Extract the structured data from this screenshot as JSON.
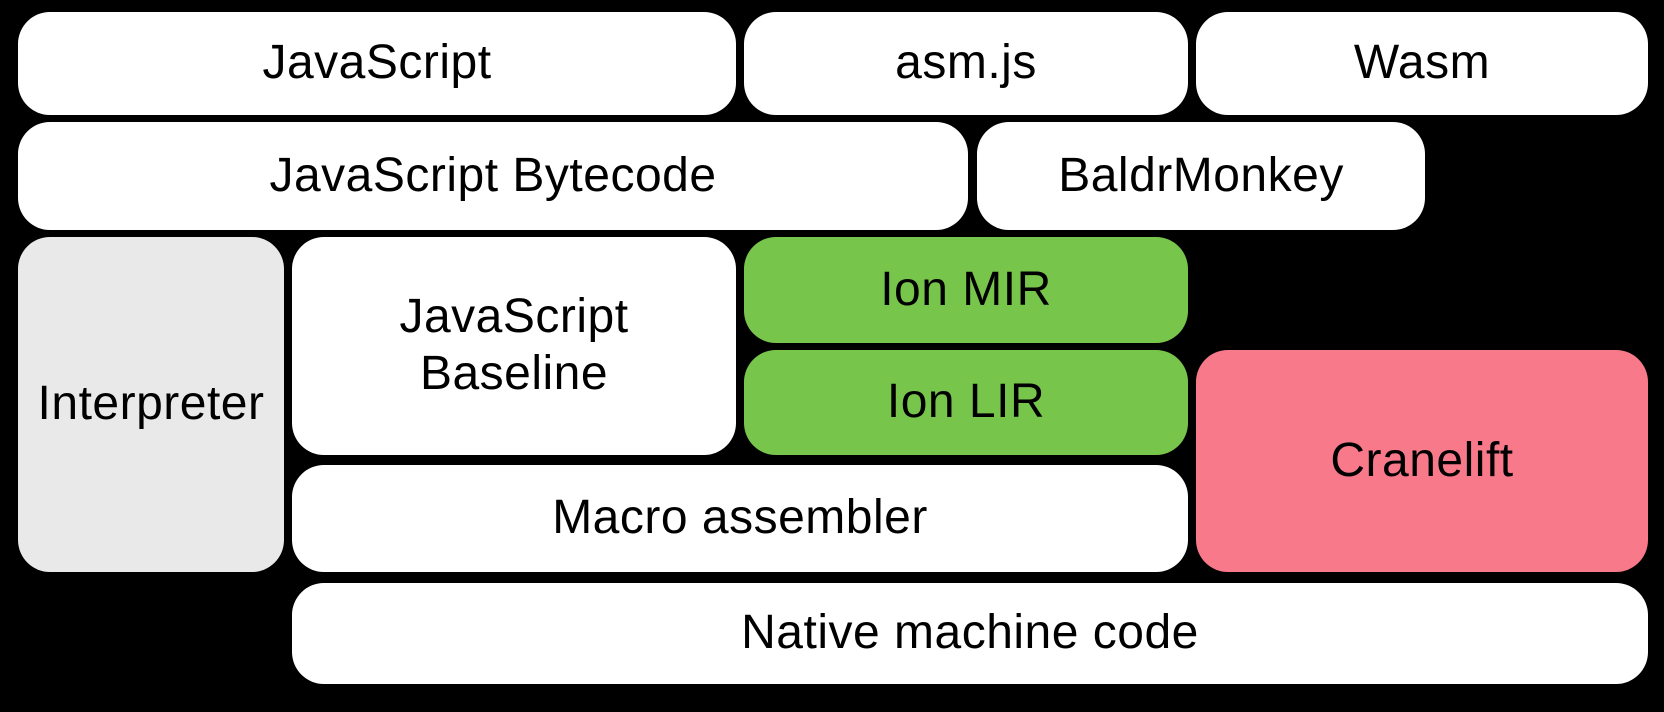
{
  "diagram": {
    "background": "#000000",
    "colors": {
      "node_white": "#FFFFFF",
      "node_gray": "#E9E9E9",
      "node_green": "#77C64B",
      "node_pink": "#F8798A",
      "text": "#000000"
    },
    "nodes": {
      "javascript": {
        "label": "JavaScript"
      },
      "asmjs": {
        "label": "asm.js"
      },
      "wasm": {
        "label": "Wasm"
      },
      "bytecode": {
        "label": "JavaScript Bytecode"
      },
      "baldrmonkey": {
        "label": "BaldrMonkey"
      },
      "interpreter": {
        "label": "Interpreter"
      },
      "baseline": {
        "label": "JavaScript Baseline"
      },
      "ion_mir": {
        "label": "Ion MIR"
      },
      "ion_lir": {
        "label": "Ion LIR"
      },
      "cranelift": {
        "label": "Cranelift"
      },
      "macro_assembler": {
        "label": "Macro assembler"
      },
      "native_machine_code": {
        "label": "Native machine code"
      }
    }
  }
}
